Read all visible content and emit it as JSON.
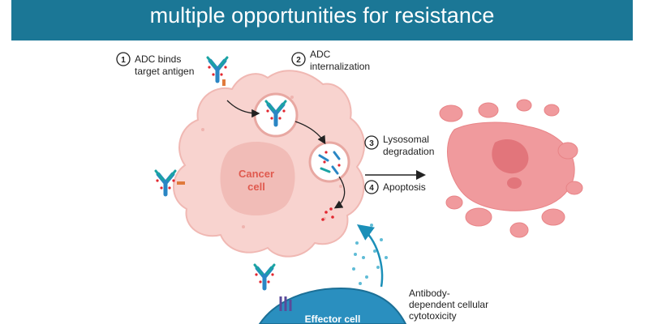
{
  "title": "multiple opportunities for resistance",
  "steps": [
    {
      "number": "1",
      "line1": "ADC binds",
      "line2": "target antigen"
    },
    {
      "number": "2",
      "line1": "ADC",
      "line2": "internalization"
    },
    {
      "number": "3",
      "line1": "Lysosomal",
      "line2": "degradation"
    },
    {
      "number": "4",
      "line1": "Apoptosis",
      "line2": ""
    }
  ],
  "cancer_cell": {
    "line1": "Cancer",
    "line2": "cell"
  },
  "effector_cell": {
    "label": "Effector cell"
  },
  "adcc": {
    "line1": "Antibody-",
    "line2": "dependent cellular",
    "line3": "cytotoxicity"
  },
  "colors": {
    "banner": "#1b7796",
    "cell_fill": "#f8d3cf",
    "nucleus_fill": "#f1bcb7",
    "apoptotic_fill": "#f09a9d",
    "effector_fill": "#2a8fbf",
    "antibody_blue": "#2a86c4",
    "antibody_teal": "#1aa3a3",
    "payload_red": "#e2262f"
  }
}
